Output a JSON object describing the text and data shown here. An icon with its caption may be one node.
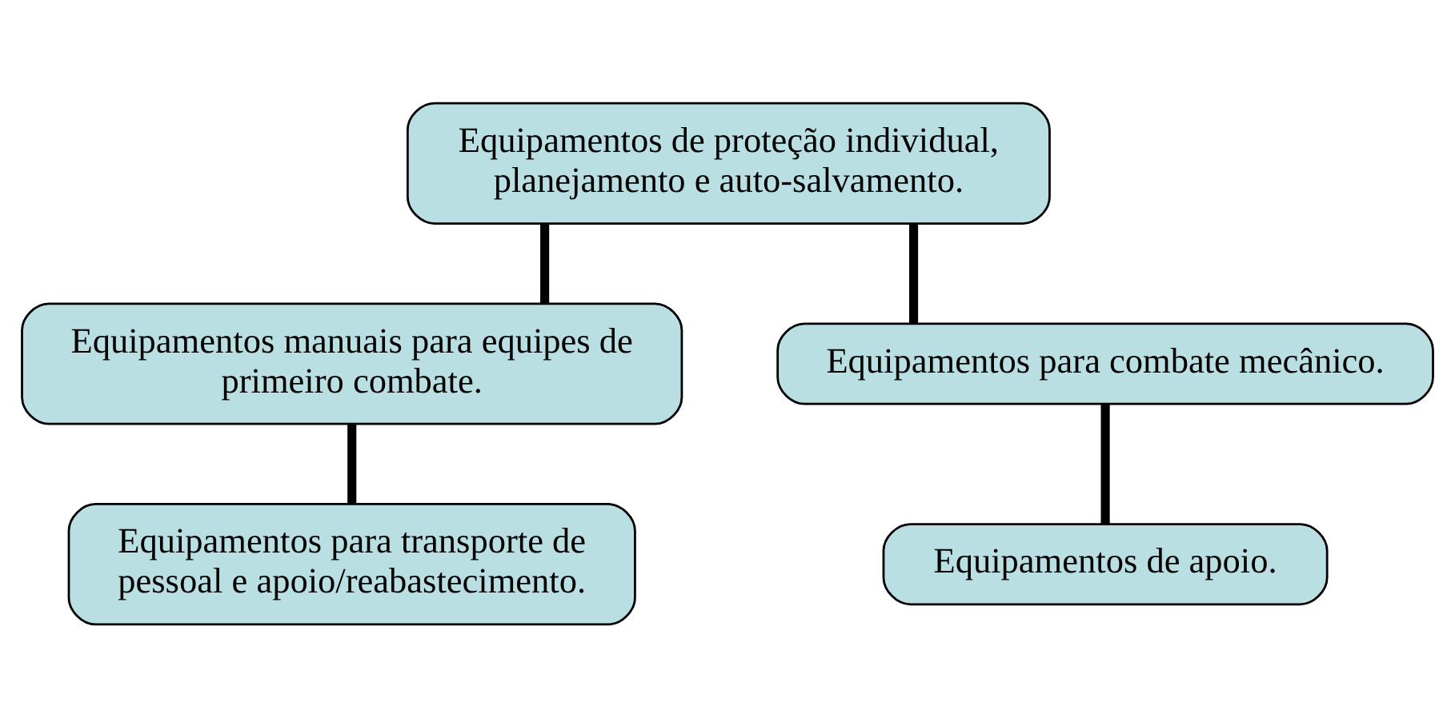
{
  "diagram": {
    "nodes": [
      {
        "text": [
          "Equipamentos de proteção individual, planejamento e auto-salvamento."
        ]
      },
      {
        "text": [
          "Equipamentos manuais para equipes de primeiro combate."
        ]
      },
      {
        "text": [
          "Equipamentos para transporte de pessoal e apoio/reabastecimento."
        ]
      },
      {
        "text": [
          "Equipamentos para combate mecânico."
        ]
      },
      {
        "text": [
          "Equipamentos de apoio."
        ]
      }
    ],
    "edges": [
      {
        "from": 0,
        "to": 1,
        "arrow": "none"
      },
      {
        "from": 0,
        "to": 3,
        "arrow": "none"
      },
      {
        "from": 1,
        "to": 2,
        "arrow": "none"
      },
      {
        "from": 3,
        "to": 4,
        "arrow": "none"
      }
    ]
  }
}
